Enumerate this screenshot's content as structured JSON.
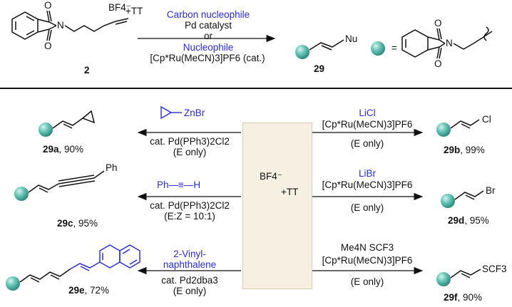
{
  "colors": {
    "sphere": "#4fb7a8",
    "accent_blue": "#2b2bd8",
    "panel": "#f6f0e3",
    "text": "#111111"
  },
  "header": {
    "reagent_label": "2",
    "reagent_counterion": "BF4⁻",
    "reagent_cation": "+TT",
    "cond_1": "Carbon nucleophile",
    "cond_2": "Pd catalyst",
    "cond_3": "or",
    "cond_4": "Nucleophile",
    "cond_5": "[Cp*Ru(MeCN)3]PF6 (cat.)",
    "product_label": "29",
    "product_group": "Nu",
    "legend_equals": "=",
    "atom_N": "N",
    "atom_O": "O"
  },
  "center": {
    "counterion": "BF4⁻",
    "cation": "+TT"
  },
  "reactions": [
    {
      "id": "29a",
      "reagent": "ZnBr",
      "cond1": "cat. Pd(PPh3)2Cl2",
      "cond2": "(E only)",
      "yield": ", 90%"
    },
    {
      "id": "29b",
      "reagent": "LiCl",
      "cond1": "[Cp*Ru(MeCN)3]PF6",
      "cond2": "(E only)",
      "yield": ", 99%",
      "group": "Cl"
    },
    {
      "id": "29c",
      "reagent": "Ph—≡—H",
      "cond1": "cat. Pd(PPh3)2Cl2",
      "cond2": "(E:Z = 10:1)",
      "yield": ", 95%",
      "group": "Ph"
    },
    {
      "id": "29d",
      "reagent": "LiBr",
      "cond1": "[Cp*Ru(MeCN)3]PF6",
      "cond2": "(E only)",
      "yield": ", 95%",
      "group": "Br"
    },
    {
      "id": "29e",
      "reagent": "2-Vinyl-",
      "reagent2": "naphthalene",
      "cond1": "cat. Pd2dba3",
      "cond2": "(E only)",
      "yield": ", 72%"
    },
    {
      "id": "29f",
      "reagent": "Me4N SCF3",
      "cond1": "[Cp*Ru(MeCN)3]PF6",
      "cond2": "(E only)",
      "yield": ", 90%",
      "group": "SCF3"
    }
  ]
}
